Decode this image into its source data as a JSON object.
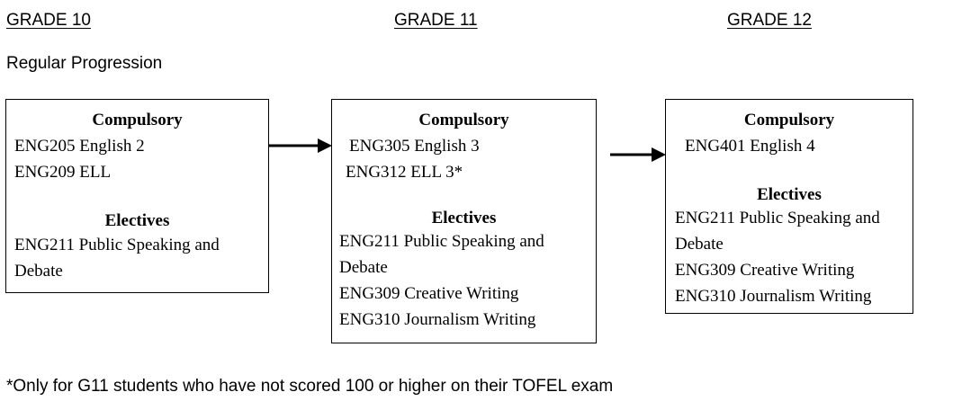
{
  "headings": {
    "grade10": "GRADE 10",
    "grade11": "GRADE 11",
    "grade12": "GRADE 12"
  },
  "subtitle": "Regular Progression",
  "boxes": {
    "grade10": {
      "compulsory_title": "Compulsory",
      "compulsory": [
        "ENG205 English 2",
        "ENG209 ELL"
      ],
      "electives_title": "Electives",
      "electives": [
        "ENG211 Public Speaking and",
        "Debate"
      ]
    },
    "grade11": {
      "compulsory_title": "Compulsory",
      "compulsory": [
        "ENG305 English 3",
        "ENG312 ELL 3*"
      ],
      "electives_title": "Electives",
      "electives": [
        "ENG211 Public Speaking and",
        "Debate",
        "ENG309 Creative Writing",
        "ENG310 Journalism Writing"
      ]
    },
    "grade12": {
      "compulsory_title": "Compulsory",
      "compulsory": [
        "ENG401 English 4"
      ],
      "electives_title": "Electives",
      "electives": [
        "ENG211 Public Speaking and",
        "Debate",
        "ENG309 Creative Writing",
        "ENG310 Journalism Writing"
      ]
    }
  },
  "icons": {
    "arrow": "arrow-right-icon"
  },
  "footnote": "*Only for G11 students who have not scored 100 or higher on their TOFEL exam"
}
